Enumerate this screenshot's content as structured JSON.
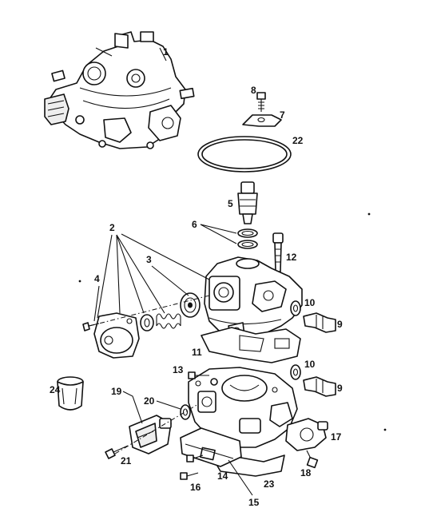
{
  "callouts": {
    "c1": "1",
    "c2": "2",
    "c3": "3",
    "c4": "4",
    "c5": "5",
    "c6": "6",
    "c7": "7",
    "c8": "8",
    "c9a": "9",
    "c9b": "9",
    "c10a": "10",
    "c10b": "10",
    "c11": "11",
    "c12": "12",
    "c13": "13",
    "c14": "14",
    "c15": "15",
    "c16": "16",
    "c17": "17",
    "c18": "18",
    "c19": "19",
    "c20": "20",
    "c21": "21",
    "c22": "22",
    "c23": "23",
    "c24": "24"
  },
  "colors": {
    "ink": "#111111",
    "paper": "#ffffff"
  }
}
